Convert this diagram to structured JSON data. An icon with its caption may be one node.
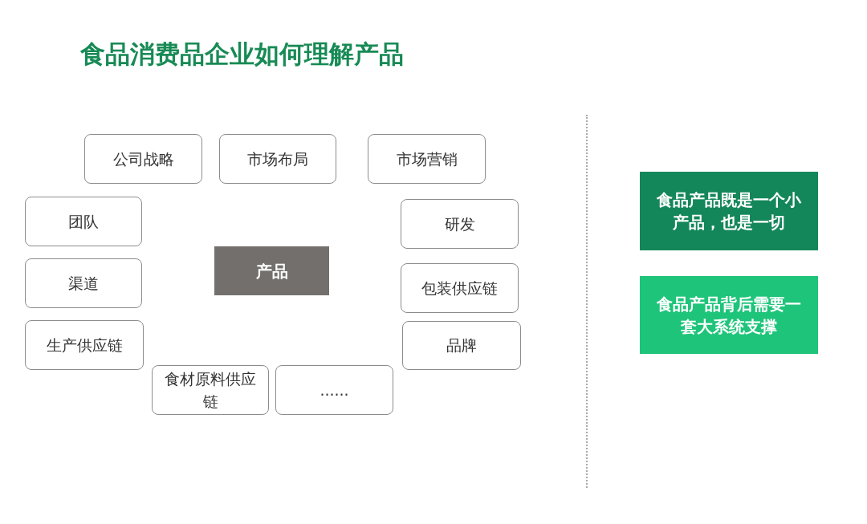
{
  "diagram": {
    "title": "食品消费品企业如何理解产品",
    "nodes": [
      {
        "text": [
          "公司战略"
        ]
      },
      {
        "text": [
          "市场布局"
        ]
      },
      {
        "text": [
          "市场营销"
        ]
      },
      {
        "text": [
          "团队"
        ]
      },
      {
        "text": [
          "研发"
        ]
      },
      {
        "text": [
          "产品"
        ]
      },
      {
        "text": [
          "渠道"
        ]
      },
      {
        "text": [
          "包装供应链"
        ]
      },
      {
        "text": [
          "生产供应链"
        ]
      },
      {
        "text": [
          "品牌"
        ]
      },
      {
        "text": [
          "食材原料供应链"
        ]
      },
      {
        "text": [
          "......"
        ]
      },
      {
        "text": [
          "食品产品既是一个小产品，也是一切"
        ]
      },
      {
        "text": [
          "食品产品背后需要一套大系统支撑"
        ]
      }
    ]
  }
}
